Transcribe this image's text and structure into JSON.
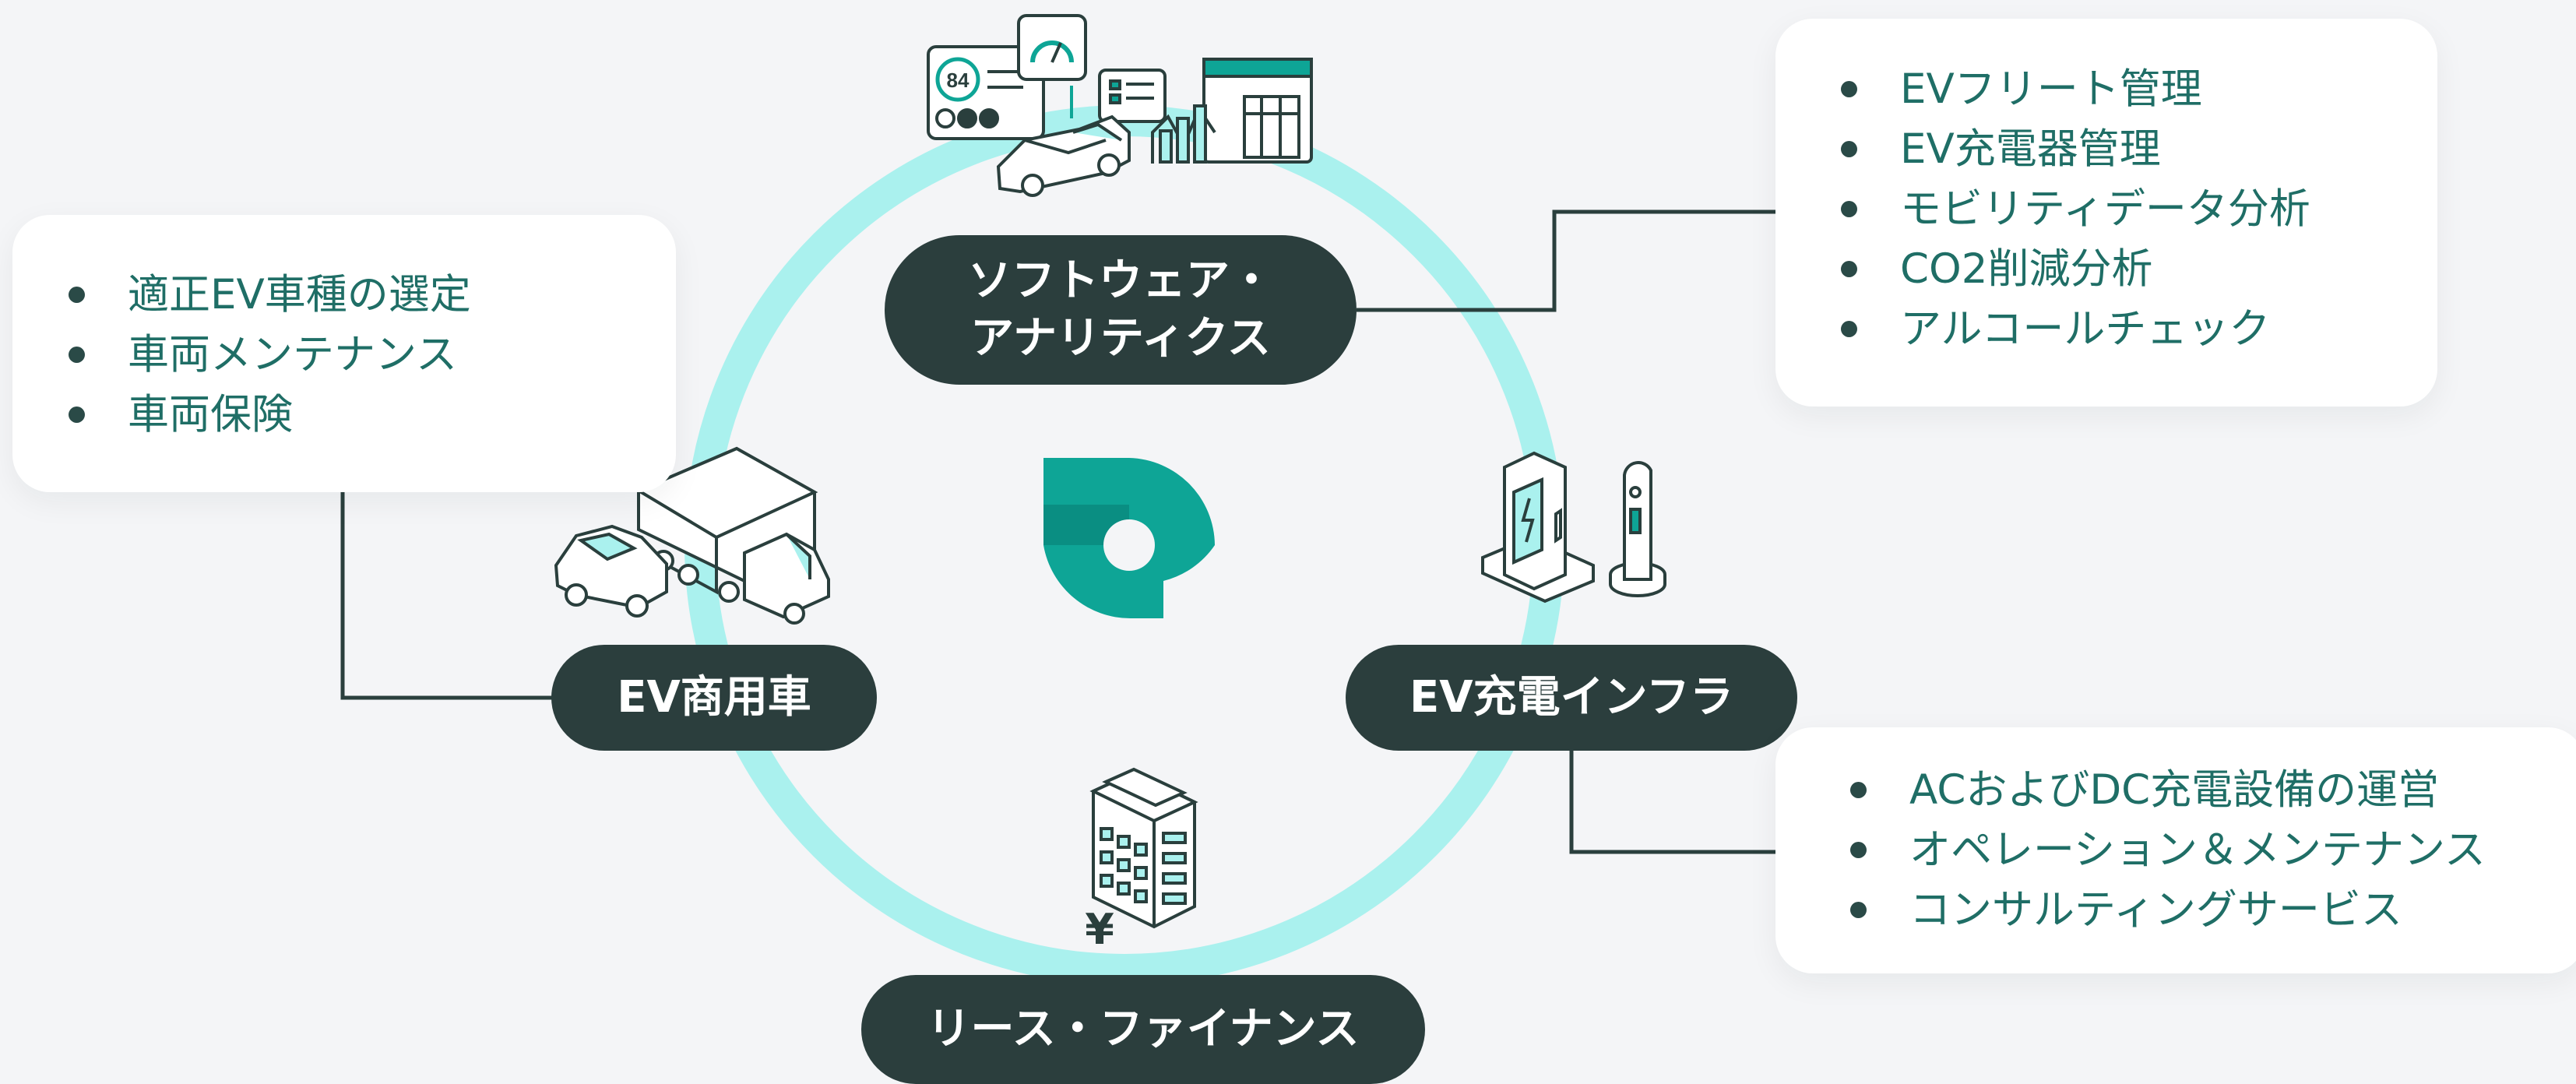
{
  "brand": {
    "ring_color": "#aaf1ee",
    "accent": "#0ea596",
    "dark": "#2b3e3d",
    "text_teal": "#1f6e66",
    "logo": "brand-logo"
  },
  "nodes": {
    "software_line1": "ソフトウェア・",
    "software_line2": "アナリティクス",
    "ev_commercial": "EV商用車",
    "ev_charge": "EV充電インフラ",
    "lease_finance": "リース・ファイナンス"
  },
  "cards": {
    "left": [
      "適正EV車種の選定",
      "車両メンテナンス",
      "車両保険"
    ],
    "top_right": [
      "EVフリート管理",
      "EV充電器管理",
      "モビリティデータ分析",
      "CO2削減分析",
      "アルコールチェック"
    ],
    "bottom_right": [
      "ACおよびDC充電設備の運営",
      "オペレーション＆メンテナンス",
      "コンサルティングサービス"
    ]
  },
  "illustrations": {
    "software": "dashboard-car-icon",
    "software_gauge_value": "84",
    "ev_commercial": "car-truck-icon",
    "ev_charge": "charger-icon",
    "lease_finance": "building-yen-icon",
    "lease_currency_symbol": "¥"
  }
}
